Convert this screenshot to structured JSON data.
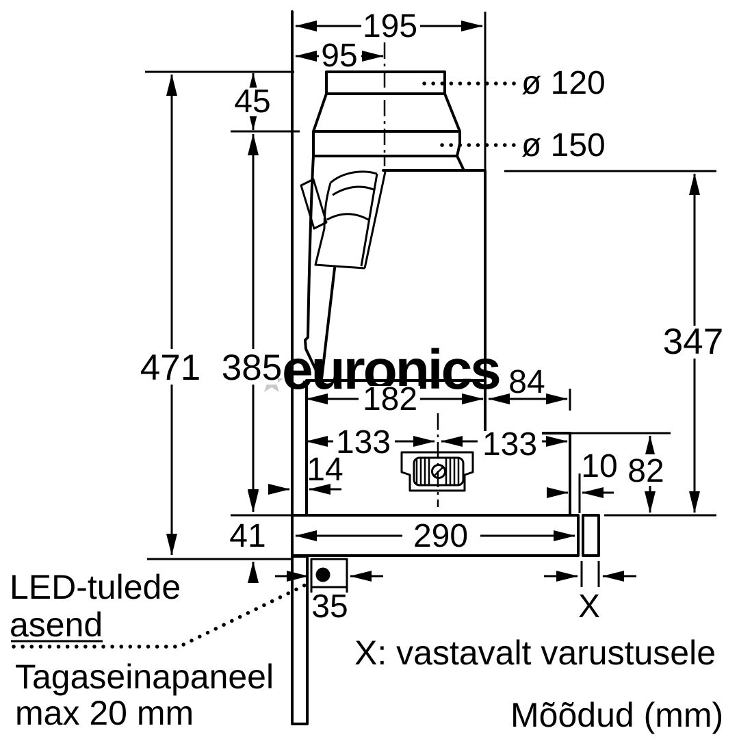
{
  "watermark": {
    "text": "euronics",
    "color": "#c9c9c9"
  },
  "dims": {
    "d195": "195",
    "d95": "95",
    "dia120": "ø 120",
    "dia150": "ø 150",
    "d45": "45",
    "d471": "471",
    "d385": "385",
    "d347": "347",
    "d182": "182",
    "d84": "84",
    "d133l": "133",
    "d133r": "133",
    "d14": "14",
    "d10": "10",
    "d82": "82",
    "d41": "41",
    "d290": "290",
    "d35": "35",
    "dx": "X"
  },
  "notes": {
    "led_line1": "LED-tulede",
    "led_line2": "asend",
    "panel_line1": "Tagaseinapaneel",
    "panel_line2": "max 20 mm",
    "x_note": "X: vastavalt varustusele",
    "units": "Mõõdud (mm)"
  },
  "line_color": "#000000"
}
